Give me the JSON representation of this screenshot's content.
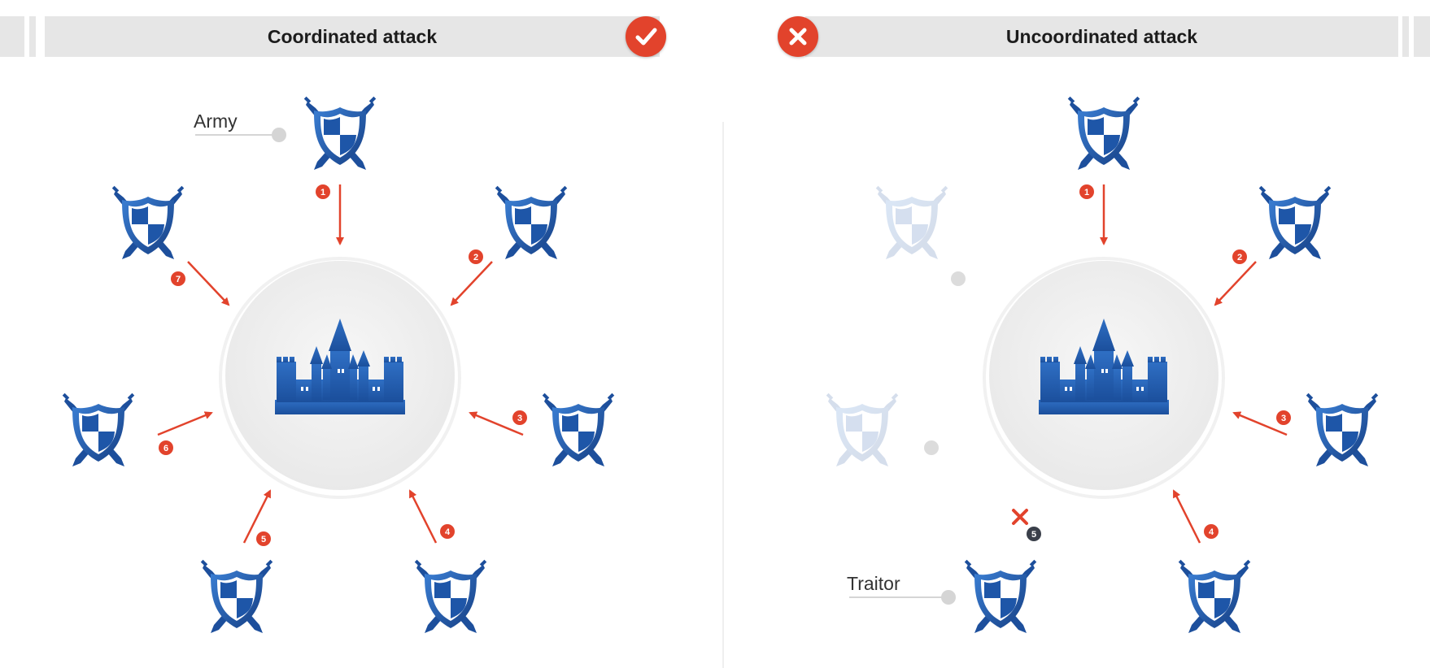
{
  "panels": [
    {
      "id": "coordinated",
      "title": "Coordinated attack",
      "status": "success",
      "status_icon": "checkmark-icon",
      "callout_label": "Army",
      "armies": [
        {
          "pos": "top",
          "step": "1",
          "state": "active"
        },
        {
          "pos": "top-right",
          "step": "2",
          "state": "active"
        },
        {
          "pos": "right",
          "step": "3",
          "state": "active"
        },
        {
          "pos": "bottom-right",
          "step": "4",
          "state": "active"
        },
        {
          "pos": "bottom-left",
          "step": "5",
          "state": "active"
        },
        {
          "pos": "left",
          "step": "6",
          "state": "active"
        },
        {
          "pos": "top-left",
          "step": "7",
          "state": "active"
        }
      ]
    },
    {
      "id": "uncoordinated",
      "title": "Uncoordinated attack",
      "status": "failure",
      "status_icon": "cross-icon",
      "callout_label": "Traitor",
      "armies": [
        {
          "pos": "top",
          "step": "1",
          "state": "active"
        },
        {
          "pos": "top-right",
          "step": "2",
          "state": "active"
        },
        {
          "pos": "right",
          "step": "3",
          "state": "active"
        },
        {
          "pos": "bottom-right",
          "step": "4",
          "state": "active"
        },
        {
          "pos": "bottom-left",
          "step": "5",
          "state": "traitor"
        },
        {
          "pos": "left",
          "step": "",
          "state": "inactive"
        },
        {
          "pos": "top-left",
          "step": "",
          "state": "inactive"
        }
      ]
    }
  ],
  "icons": {
    "army": "shield-swords-icon",
    "target": "castle-icon",
    "traitor_mark": "red-x-icon"
  },
  "colors": {
    "header_bg": "#e6e6e6",
    "arrow": "#e2432c",
    "badge": "#e2432c",
    "traitor_badge": "#3a3f4a",
    "shield_dark": "#1d4f9c",
    "shield_light": "#3b7fd4",
    "castle": "#2a62b4",
    "inactive": "#dfe6f0"
  }
}
